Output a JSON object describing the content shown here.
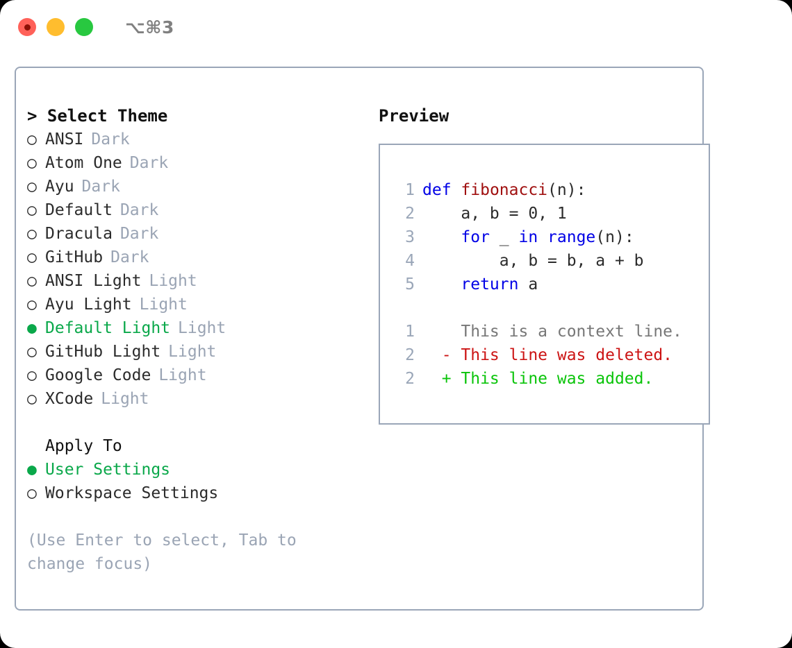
{
  "window": {
    "traffic_lights": [
      "close-button",
      "minimize-button",
      "maximize-button"
    ],
    "shortcut": "⌥⌘3",
    "colors": {
      "close": "#ff6159",
      "minimize": "#ffbd2e",
      "maximize": "#28c840",
      "accent_green": "#0aa84a",
      "border": "#9aa6b8",
      "muted": "#9aa4b4",
      "keyword_blue": "#0000e6",
      "function_red": "#a01010",
      "diff_delete": "#cc1414",
      "diff_add": "#0ac40a"
    }
  },
  "theme_picker": {
    "caret": ">",
    "header": "Select Theme",
    "marker_selected": "●",
    "marker_unselected": "○",
    "items": [
      {
        "label": "ANSI",
        "variant": "Dark",
        "selected": false
      },
      {
        "label": "Atom One",
        "variant": "Dark",
        "selected": false
      },
      {
        "label": "Ayu",
        "variant": "Dark",
        "selected": false
      },
      {
        "label": "Default",
        "variant": "Dark",
        "selected": false
      },
      {
        "label": "Dracula",
        "variant": "Dark",
        "selected": false
      },
      {
        "label": "GitHub",
        "variant": "Dark",
        "selected": false
      },
      {
        "label": "ANSI Light",
        "variant": "Light",
        "selected": false
      },
      {
        "label": "Ayu Light",
        "variant": "Light",
        "selected": false
      },
      {
        "label": "Default Light",
        "variant": "Light",
        "selected": true
      },
      {
        "label": "GitHub Light",
        "variant": "Light",
        "selected": false
      },
      {
        "label": "Google Code",
        "variant": "Light",
        "selected": false
      },
      {
        "label": "XCode",
        "variant": "Light",
        "selected": false
      }
    ]
  },
  "apply_to": {
    "header": "Apply To",
    "items": [
      {
        "label": "User Settings",
        "selected": true
      },
      {
        "label": "Workspace Settings",
        "selected": false
      }
    ]
  },
  "hint": "(Use Enter to select, Tab to change focus)",
  "preview": {
    "title": "Preview",
    "code_lines": [
      {
        "lineno": "1",
        "indent": "",
        "tokens": [
          {
            "t": "def",
            "c": "kw"
          },
          {
            "t": " ",
            "c": "plain"
          },
          {
            "t": "fibonacci",
            "c": "fn"
          },
          {
            "t": "(n):",
            "c": "plain"
          }
        ]
      },
      {
        "lineno": "2",
        "indent": "    ",
        "tokens": [
          {
            "t": "a, b = 0, 1",
            "c": "plain"
          }
        ]
      },
      {
        "lineno": "3",
        "indent": "    ",
        "tokens": [
          {
            "t": "for",
            "c": "kw"
          },
          {
            "t": " _ ",
            "c": "plain"
          },
          {
            "t": "in",
            "c": "kw"
          },
          {
            "t": " ",
            "c": "plain"
          },
          {
            "t": "range",
            "c": "kw"
          },
          {
            "t": "(n):",
            "c": "plain"
          }
        ]
      },
      {
        "lineno": "4",
        "indent": "        ",
        "tokens": [
          {
            "t": "a, b = b, a + b",
            "c": "plain"
          }
        ]
      },
      {
        "lineno": "5",
        "indent": "    ",
        "tokens": [
          {
            "t": "return",
            "c": "kw"
          },
          {
            "t": " a",
            "c": "plain"
          }
        ]
      }
    ],
    "diff_lines": [
      {
        "lineno": "1",
        "mark": " ",
        "text": "This is a context line.",
        "kind": "ctx"
      },
      {
        "lineno": "2",
        "mark": "-",
        "text": "This line was deleted.",
        "kind": "del"
      },
      {
        "lineno": "2",
        "mark": "+",
        "text": "This line was added.",
        "kind": "add"
      }
    ]
  }
}
